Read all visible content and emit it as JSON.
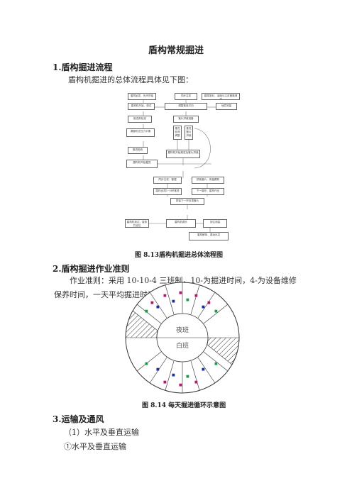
{
  "doc": {
    "title": "盾构常规掘进",
    "s1": {
      "heading": "1.盾构掘进流程",
      "para": "盾构机掘进的总体流程具体见下图：",
      "caption": "图 8.13盾构机掘进总体流程图",
      "flow_nodes": [
        "盾构始发、负环拼装",
        "同步注浆",
        "盾尾密封、油脂与注浆管路清洗",
        "盾构机开始、调试",
        "调整推进方向",
        "地层测量",
        "推进前检查",
        "管片拼装准备",
        "调整机仓压力平衡",
        "推进 检测 调整",
        "推进 管片 拼装",
        "推进验收",
        "盾构机开始推进及管片拼装",
        "盾构机开始掘进",
        "同步注浆、管理",
        "拼装管片、测量跟踪",
        "盾构出洞1~N环推进",
        "下一循环、盾构作业",
        "拼装下一环封顶管片",
        "盾构机到达、接收井定位",
        "盾构机调头",
        "到达测量",
        "盾构解体、调运出井"
      ]
    },
    "s2": {
      "heading": "2.盾构掘进作业准则",
      "para": "作业准则：采用 10-10-4 三班制，10-为掘进时间，4-为设备维修保养时间，一天平均掘进时间16小时。",
      "caption": "图 8.14 每天掘进循环示意图",
      "wheel": {
        "night_label": "夜班",
        "day_label": "白班"
      }
    },
    "s3": {
      "heading": "3.运输及通风",
      "sub1": "（1）水平及垂直运输",
      "sub2": "①水平及垂直运输"
    }
  }
}
